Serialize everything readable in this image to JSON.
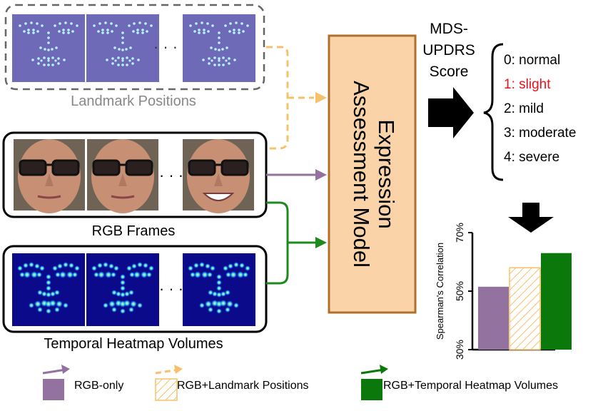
{
  "inputs": {
    "landmark": {
      "label": "Landmark Positions",
      "ellipsis": "· · ·"
    },
    "rgb": {
      "label": "RGB Frames",
      "ellipsis": "· · ·"
    },
    "heatmap": {
      "label": "Temporal Heatmap Volumes",
      "ellipsis": "· · ·"
    }
  },
  "model": {
    "line1": "Expression",
    "line2": "Assessment Model"
  },
  "score": {
    "title_lines": [
      "MDS-",
      "UPDRS",
      "Score"
    ],
    "levels": [
      {
        "label": "0: normal",
        "color": "#000000"
      },
      {
        "label": "1: slight",
        "color": "#e8141b"
      },
      {
        "label": "2: mild",
        "color": "#000000"
      },
      {
        "label": "3: moderate",
        "color": "#000000"
      },
      {
        "label": "4: severe",
        "color": "#000000"
      }
    ]
  },
  "chart_data": {
    "type": "bar",
    "categories": [
      "RGB-only",
      "RGB+Landmark Positions",
      "RGB+Temporal Heatmap Volumes"
    ],
    "values": [
      51.5,
      58,
      63
    ],
    "colors": [
      "#94729f",
      "#f7c06a",
      "#0a780a"
    ],
    "hatched": [
      false,
      true,
      false
    ],
    "ylabel": "Spearman's Correlation",
    "ylim": [
      30,
      70
    ],
    "yticks": [
      "30%",
      "50%",
      "70%"
    ]
  },
  "legend": [
    {
      "label": "RGB-only",
      "color": "#94729f",
      "style": "solid"
    },
    {
      "label": "RGB+Landmark Positions",
      "color": "#f7c06a",
      "style": "dashed"
    },
    {
      "label": "RGB+Temporal Heatmap Volumes",
      "color": "#0a780a",
      "style": "solid"
    }
  ],
  "colors": {
    "purple_arrow": "#94729f",
    "orange_arrow": "#f7c06a",
    "green_arrow": "#1d8a1d",
    "model_fill": "#fad3a8",
    "model_border": "#b0702b",
    "landmark_bg": "#6e6ab8",
    "heatmap_bg": "#0a0a8a"
  }
}
